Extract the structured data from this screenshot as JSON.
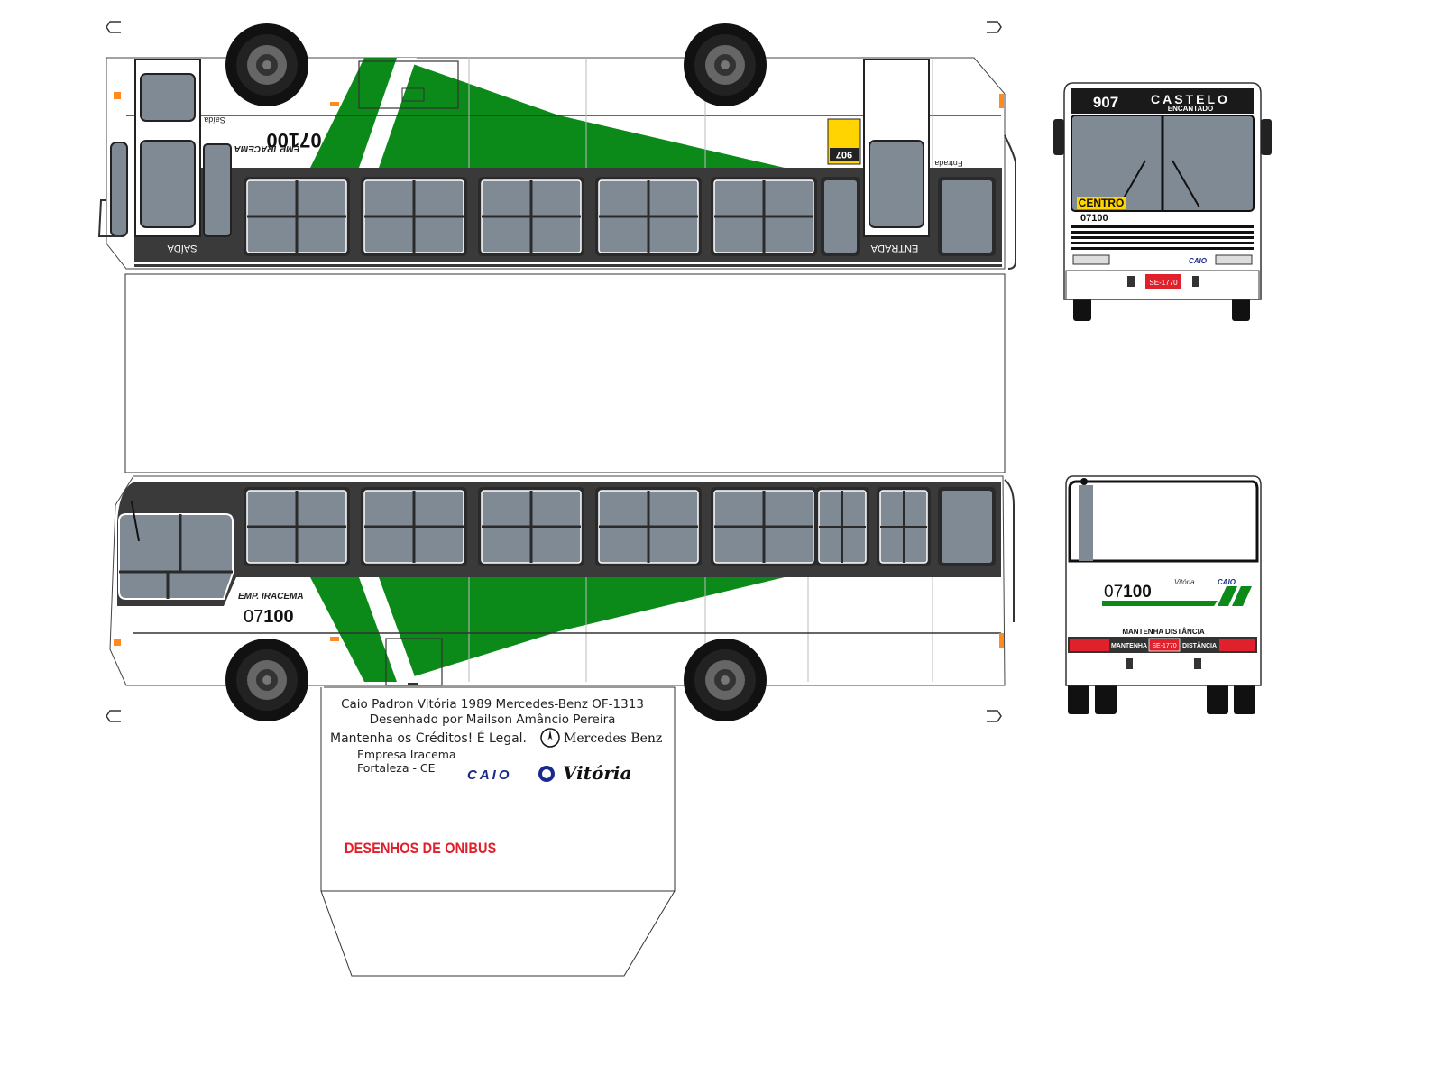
{
  "credits": {
    "line1": "Caio Padron Vitória 1989 Mercedes-Benz OF-1313",
    "line2": "Desenhado por Mailson Amâncio Pereira",
    "line3": "Mantenha os Créditos! É Legal.",
    "mercedes_brand": "Mercedes Benz",
    "company_line1": "Empresa Iracema",
    "company_line2": "Fortaleza - CE",
    "caio_logo": "CAIO",
    "vitoria_logo": "Vitória",
    "watermark": "DESENHOS DE ONIBUS"
  },
  "bus": {
    "fleet_prefix": "07",
    "fleet_number": "100",
    "company": "EMP. IRACEMA",
    "route_number": "907",
    "destination_line1": "CASTELO",
    "destination_line2": "ENCANTADO",
    "front_sign": "CENTRO",
    "plate": "SE-1770",
    "door_exit": "SAÍDA",
    "door_entry": "ENTRADA",
    "door_exit_small": "Saída",
    "door_entry_small": "Entrada",
    "rear_notice": "MANTENHA DISTÂNCIA",
    "rear_left": "MANTENHA",
    "rear_right": "DISTÂNCIA",
    "body_brand": "Vitória",
    "caio_small": "CAIO"
  },
  "colors": {
    "green": "#0b8a1a",
    "window": "#808a94",
    "dark_trim": "#3a3a3a",
    "sign_yellow": "#ffd400",
    "plate_red": "#e0202a"
  },
  "icons": [
    "mercedes-star-icon",
    "caio-logo-icon",
    "wheel-icon"
  ]
}
